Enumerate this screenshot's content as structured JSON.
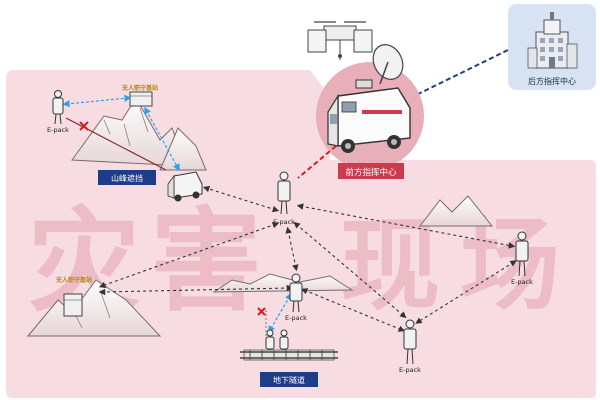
{
  "watermark": {
    "characters": [
      "灾",
      "害",
      "现",
      "场"
    ]
  },
  "rear_center": {
    "label": "后方指挥中心"
  },
  "front_center": {
    "label": "前方指挥中心"
  },
  "zones": {
    "mountain": "山峰遮挡",
    "underground": "地下隧道"
  },
  "relay_stations": {
    "top": "无人职守基站",
    "left": "无人职守基站"
  },
  "epack_label": "E-pack",
  "colors": {
    "scene_fill": "#f7dde2",
    "front_circle": "#e8aeb9",
    "rear_box": "#d7e3f3",
    "front_label_bg": "#cc3a4d",
    "zone_label_bg": "#1f3c88",
    "link_dashed": "#333333",
    "blocked_link": "#c33333",
    "wireless_link": "#2aa3e6",
    "backhaul_link": "#243f7a",
    "red_link": "#d21f1f"
  }
}
